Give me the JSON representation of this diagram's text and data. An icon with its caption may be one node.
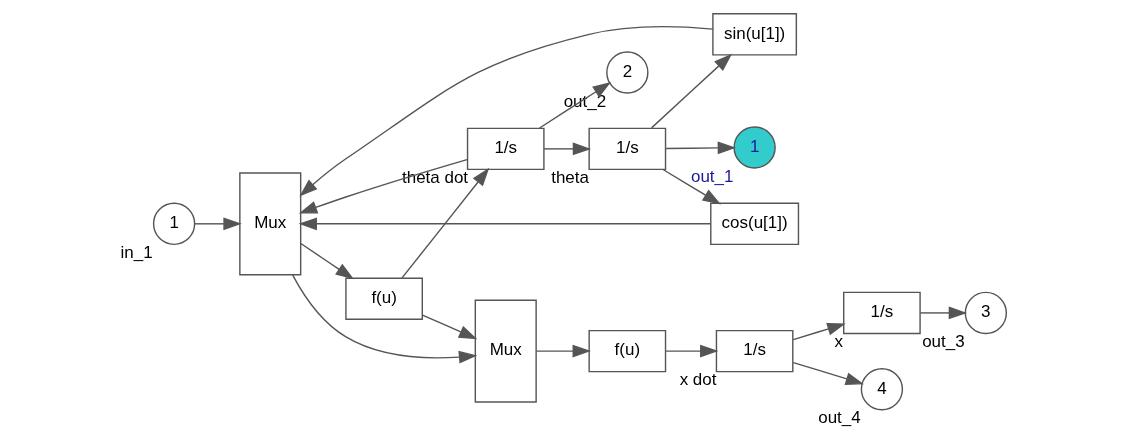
{
  "diagram": {
    "nodes": [
      {
        "text": [
          "1"
        ],
        "beside": [
          "in_1"
        ]
      },
      {
        "text": [
          "sin(u[1])"
        ]
      },
      {
        "text": [
          "cos(u[1])"
        ]
      },
      {
        "text": [
          "Mux"
        ]
      },
      {
        "text": [
          "f(u)"
        ]
      },
      {
        "text": [
          "1/s"
        ],
        "beside": [
          "theta dot"
        ]
      },
      {
        "text": [
          "1/s"
        ],
        "beside": [
          "theta"
        ]
      },
      {
        "text": [
          "1"
        ],
        "beside": [
          "out_1"
        ]
      },
      {
        "text": [
          "2"
        ],
        "beside": [
          "out_2"
        ]
      },
      {
        "text": [
          "Mux"
        ]
      },
      {
        "text": [
          "f(u)"
        ]
      },
      {
        "text": [
          "1/s"
        ],
        "beside": [
          "x dot"
        ]
      },
      {
        "text": [
          "1/s"
        ],
        "beside": [
          "x"
        ]
      },
      {
        "text": [
          "3"
        ],
        "beside": [
          "out_3"
        ]
      },
      {
        "text": [
          "4"
        ],
        "beside": [
          "out_4"
        ]
      }
    ],
    "edges": [
      {
        "from": 0,
        "to": 3,
        "arrow": "to"
      },
      {
        "from": 1,
        "to": 3,
        "arrow": "to"
      },
      {
        "from": 2,
        "to": 3,
        "arrow": "to"
      },
      {
        "from": 5,
        "to": 3,
        "arrow": "to"
      },
      {
        "from": 3,
        "to": 4,
        "arrow": "to"
      },
      {
        "from": 3,
        "to": 9,
        "arrow": "to"
      },
      {
        "from": 4,
        "to": 5,
        "arrow": "to"
      },
      {
        "from": 4,
        "to": 9,
        "arrow": "to"
      },
      {
        "from": 5,
        "to": 6,
        "arrow": "to"
      },
      {
        "from": 6,
        "to": 7,
        "arrow": "to"
      },
      {
        "from": 6,
        "to": 1,
        "arrow": "to"
      },
      {
        "from": 6,
        "to": 2,
        "arrow": "to"
      },
      {
        "from": 5,
        "to": 8,
        "arrow": "to"
      },
      {
        "from": 9,
        "to": 10,
        "arrow": "to"
      },
      {
        "from": 10,
        "to": 11,
        "arrow": "to"
      },
      {
        "from": 11,
        "to": 12,
        "arrow": "to"
      },
      {
        "from": 11,
        "to": 14,
        "arrow": "to"
      },
      {
        "from": 12,
        "to": 13,
        "arrow": "to"
      }
    ]
  }
}
